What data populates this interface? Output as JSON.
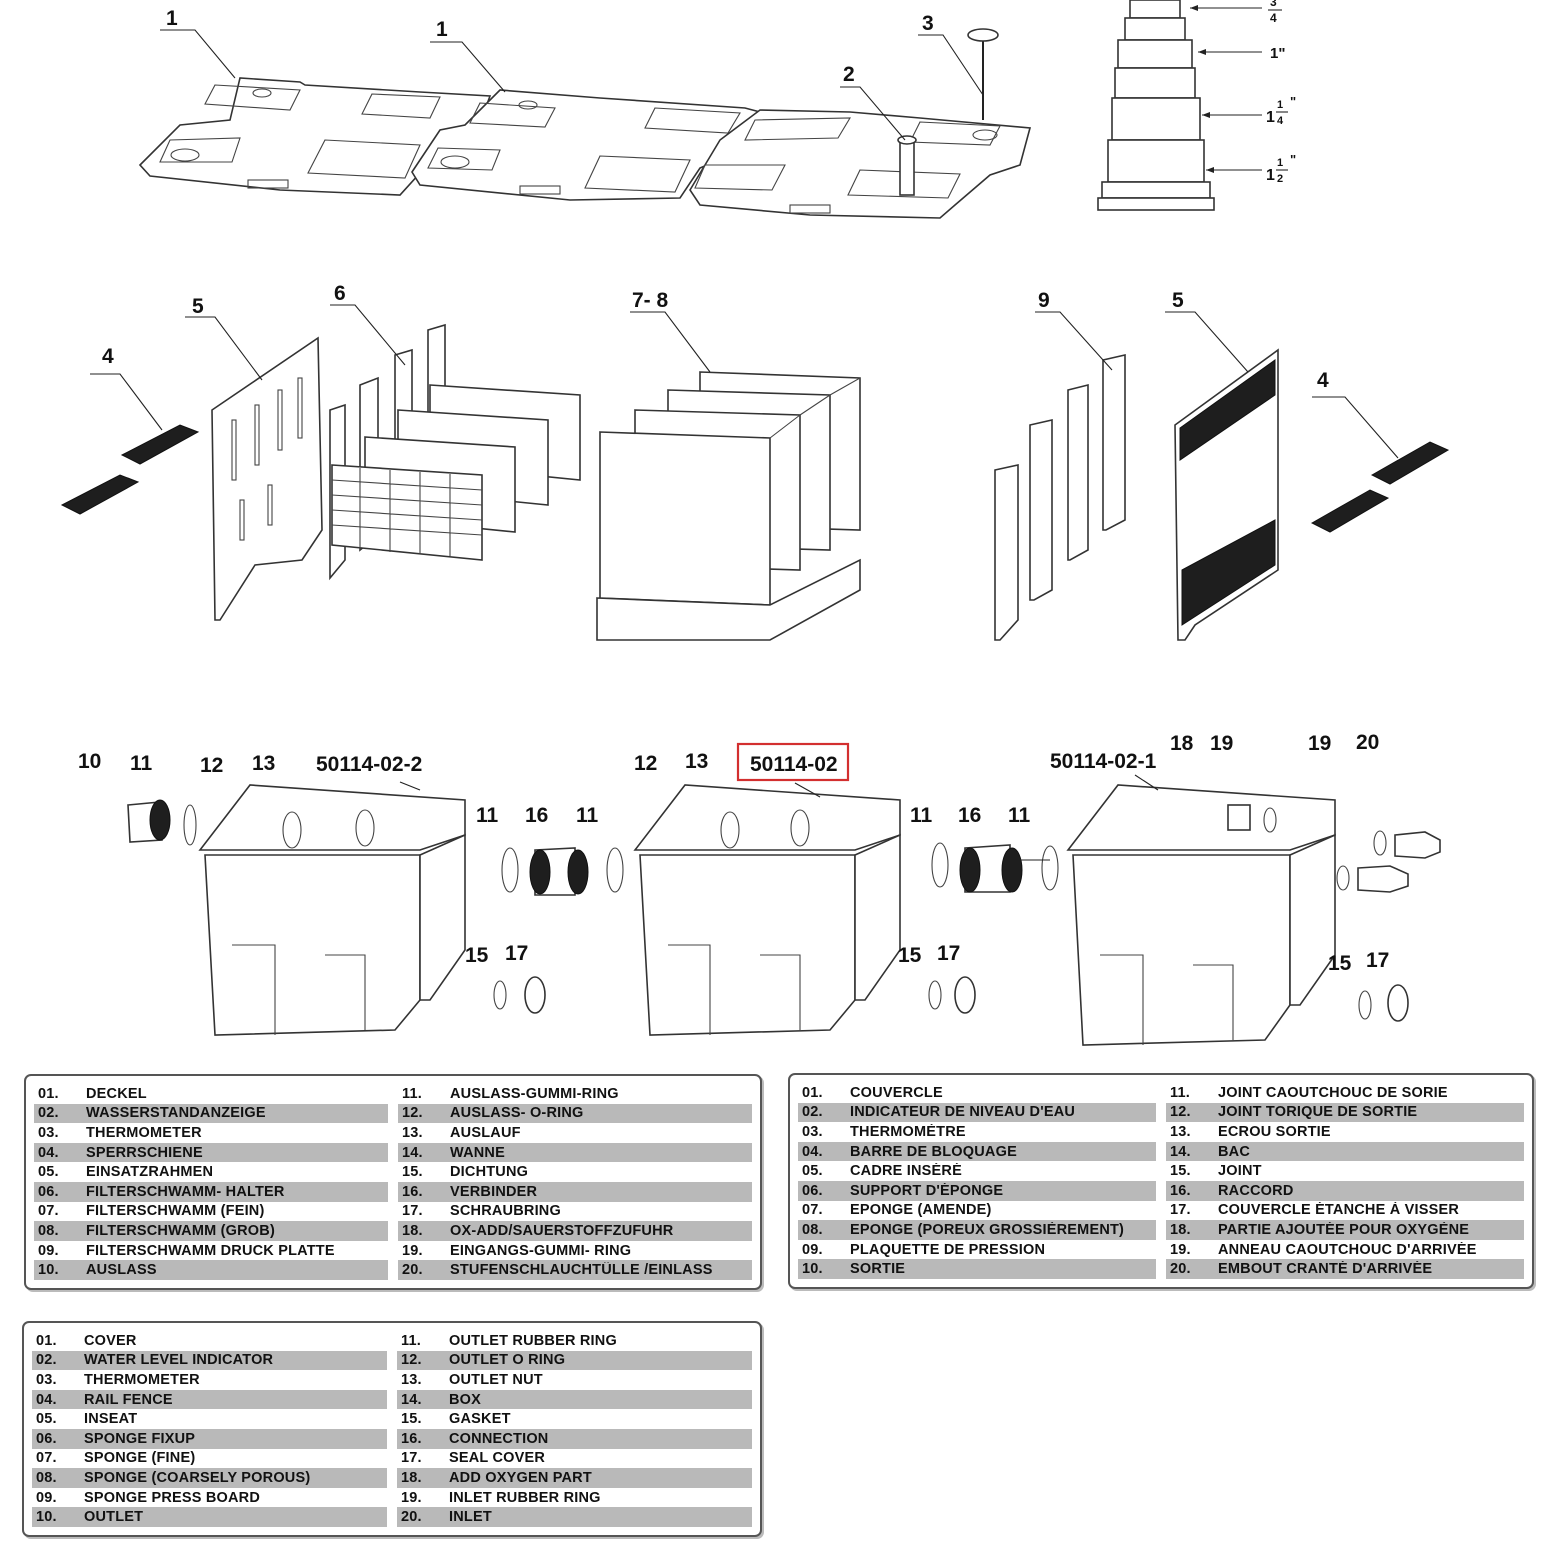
{
  "callouts": {
    "c1a": "1",
    "c1b": "1",
    "c2": "2",
    "c3": "3",
    "c4a": "4",
    "c5a": "5",
    "c6": "6",
    "c78": "7- 8",
    "c9": "9",
    "c5b": "5",
    "c4b": "4",
    "b_c10": "10",
    "b_c11a": "11",
    "b_c12a": "12",
    "b_c13a": "13",
    "b_model2": "50114-02-2",
    "b_c11b": "11",
    "b_c16a": "16",
    "b_c11c": "11",
    "b_c15a": "15",
    "b_c17a": "17",
    "b_c12b": "12",
    "b_c13b": "13",
    "b_model": "50114-02",
    "b_c11d": "11",
    "b_c16b": "16",
    "b_c11e": "11",
    "b_c15b": "15",
    "b_c17b": "17",
    "b_model1": "50114-02-1",
    "b_c18": "18",
    "b_c19a": "19",
    "b_c19b": "19",
    "b_c20": "20",
    "b_c15c": "15",
    "b_c17c": "17"
  },
  "hose_sizes": {
    "s34_num": "3",
    "s34_den": "4",
    "s1": "1\"",
    "s114_whole": "1",
    "s114_num": "1",
    "s114_den": "4",
    "s114_mark": "\"",
    "s112_whole": "1",
    "s112_num": "1",
    "s112_den": "2",
    "s112_mark": "\""
  },
  "highlight_color": "#d32f2f",
  "legend_de": {
    "left": [
      {
        "num": "01.",
        "text": "DECKEL"
      },
      {
        "num": "02.",
        "text": "WASSERSTANDANZEIGE"
      },
      {
        "num": "03.",
        "text": "THERMOMETER"
      },
      {
        "num": "04.",
        "text": "SPERRSCHIENE"
      },
      {
        "num": "05.",
        "text": "EINSATZRAHMEN"
      },
      {
        "num": "06.",
        "text": "FILTERSCHWAMM- HALTER"
      },
      {
        "num": "07.",
        "text": "FILTERSCHWAMM (FEIN)"
      },
      {
        "num": "08.",
        "text": "FILTERSCHWAMM (GROB)"
      },
      {
        "num": "09.",
        "text": "FILTERSCHWAMM DRUCK PLATTE"
      },
      {
        "num": "10.",
        "text": "AUSLASS"
      }
    ],
    "right": [
      {
        "num": "11.",
        "text": "AUSLASS-GUMMI-RING"
      },
      {
        "num": "12.",
        "text": "AUSLASS- O-RING"
      },
      {
        "num": "13.",
        "text": "AUSLAUF"
      },
      {
        "num": "14.",
        "text": "WANNE"
      },
      {
        "num": "15.",
        "text": "DICHTUNG"
      },
      {
        "num": "16.",
        "text": "VERBINDER"
      },
      {
        "num": "17.",
        "text": "SCHRAUBRING"
      },
      {
        "num": "18.",
        "text": "OX-ADD/SAUERSTOFFZUFUHR"
      },
      {
        "num": "19.",
        "text": "EINGANGS-GUMMI- RING"
      },
      {
        "num": "20.",
        "text": "STUFENSCHLAUCHTÜLLE /EINLASS"
      }
    ]
  },
  "legend_fr": {
    "left": [
      {
        "num": "01.",
        "text": "COUVERCLE"
      },
      {
        "num": "02.",
        "text": "INDICATEUR DE NIVEAU D'EAU"
      },
      {
        "num": "03.",
        "text": "THERMOMÈTRE"
      },
      {
        "num": "04.",
        "text": "BARRE DE BLOQUAGE"
      },
      {
        "num": "05.",
        "text": "CADRE INSÉRÉ"
      },
      {
        "num": "06.",
        "text": "SUPPORT D'ÉPONGE"
      },
      {
        "num": "07.",
        "text": "EPONGE (AMENDE)"
      },
      {
        "num": "08.",
        "text": "EPONGE (POREUX GROSSIÈREMENT)"
      },
      {
        "num": "09.",
        "text": "PLAQUETTE DE PRESSION"
      },
      {
        "num": "10.",
        "text": "SORTIE"
      }
    ],
    "right": [
      {
        "num": "11.",
        "text": "JOINT CAOUTCHOUC DE SORIE"
      },
      {
        "num": "12.",
        "text": "JOINT TORIQUE DE SORTIE"
      },
      {
        "num": "13.",
        "text": "ECROU SORTIE"
      },
      {
        "num": "14.",
        "text": "BAC"
      },
      {
        "num": "15.",
        "text": "JOINT"
      },
      {
        "num": "16.",
        "text": "RACCORD"
      },
      {
        "num": "17.",
        "text": "COUVERCLE ÉTANCHE À VISSER"
      },
      {
        "num": "18.",
        "text": "PARTIE AJOUTÉE POUR OXYGÈNE"
      },
      {
        "num": "19.",
        "text": "ANNEAU CAOUTCHOUC D'ARRIVÉE"
      },
      {
        "num": "20.",
        "text": "EMBOUT CRANTÉ D'ARRIVÉE"
      }
    ]
  },
  "legend_en": {
    "left": [
      {
        "num": "01.",
        "text": "COVER"
      },
      {
        "num": "02.",
        "text": "WATER LEVEL INDICATOR"
      },
      {
        "num": "03.",
        "text": "THERMOMETER"
      },
      {
        "num": "04.",
        "text": "RAIL FENCE"
      },
      {
        "num": "05.",
        "text": "INSEAT"
      },
      {
        "num": "06.",
        "text": "SPONGE FIXUP"
      },
      {
        "num": "07.",
        "text": "SPONGE (FINE)"
      },
      {
        "num": "08.",
        "text": "SPONGE (COARSELY POROUS)"
      },
      {
        "num": "09.",
        "text": "SPONGE PRESS BOARD"
      },
      {
        "num": "10.",
        "text": "OUTLET"
      }
    ],
    "right": [
      {
        "num": "11.",
        "text": "OUTLET RUBBER RING"
      },
      {
        "num": "12.",
        "text": "OUTLET O RING"
      },
      {
        "num": "13.",
        "text": "OUTLET NUT"
      },
      {
        "num": "14.",
        "text": "BOX"
      },
      {
        "num": "15.",
        "text": "GASKET"
      },
      {
        "num": "16.",
        "text": "CONNECTION"
      },
      {
        "num": "17.",
        "text": "SEAL COVER"
      },
      {
        "num": "18.",
        "text": "ADD OXYGEN PART"
      },
      {
        "num": "19.",
        "text": "INLET RUBBER RING"
      },
      {
        "num": "20.",
        "text": "INLET"
      }
    ]
  }
}
